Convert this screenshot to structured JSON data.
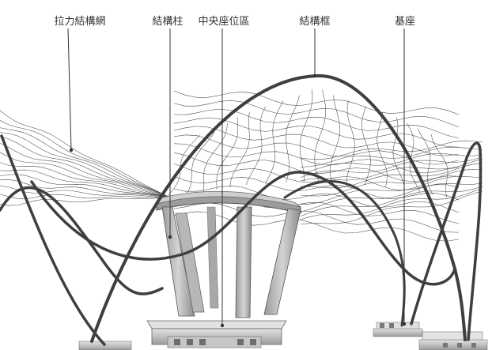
{
  "labels": {
    "tension_net": "拉力結構網",
    "structural_column": "結構柱",
    "central_seating": "中央座位區",
    "structural_frame": "結構框",
    "base": "基座"
  },
  "colors": {
    "arch": "#3f3f3f",
    "net": "#2a2a2a",
    "leader": "#333333",
    "concrete_light": "#d7d7d7",
    "concrete_dark": "#8a8a8a"
  }
}
